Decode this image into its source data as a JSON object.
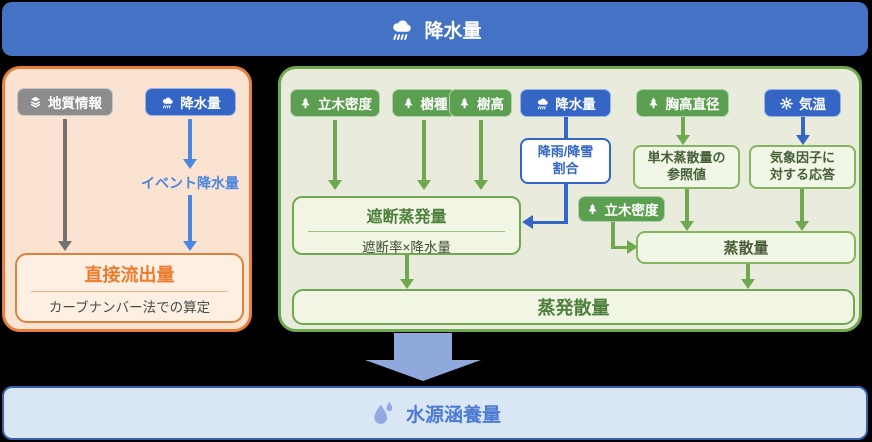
{
  "colors": {
    "banner_blue": "#4472C4",
    "pill_blue": "#3566C6",
    "pill_green": "#5C9F50",
    "pill_gray": "#8C8C8C",
    "left_panel_bg": "#FBE3D2",
    "left_panel_border": "#E8803D",
    "right_panel_bg": "#E9EBDC",
    "right_panel_border": "#70A84E",
    "arrow_blue": "#4C86DE",
    "arrow_green": "#6FA84F",
    "arrow_gray": "#737373",
    "accent_orange": "#EC7C2F",
    "block_arrow_blue": "#8FA9DC",
    "bottom_banner_bg": "#D9E6F4",
    "bottom_banner_text": "#4E7BD2"
  },
  "top_banner": {
    "label": "降水量"
  },
  "left_panel": {
    "geology_pill": "地質情報",
    "precipitation_pill": "降水量",
    "event_precipitation_label": "イベント降水量",
    "direct_runoff": {
      "title": "直接流出量",
      "subtitle": "カーブナンバー法での算定"
    }
  },
  "right_panel": {
    "tree_density_pill": "立木密度",
    "tree_species_pill": "樹種",
    "tree_height_pill": "樹高",
    "precipitation_pill": "降水量",
    "dbh_pill": "胸高直径",
    "temperature_pill": "気温",
    "rain_snow_ratio": {
      "line1": "降雨/降雪",
      "line2": "割合"
    },
    "single_tree_reference": {
      "line1": "単木蒸散量の",
      "line2": "参照値"
    },
    "weather_response": {
      "line1": "気象因子に",
      "line2": "対する応答"
    },
    "interception": {
      "title": "遮断蒸発量",
      "formula": "遮断率×降水量"
    },
    "tree_density_pill2": "立木密度",
    "transpiration": "蒸散量",
    "evapotranspiration": "蒸発散量"
  },
  "bottom_banner": {
    "label": "水源涵養量"
  }
}
